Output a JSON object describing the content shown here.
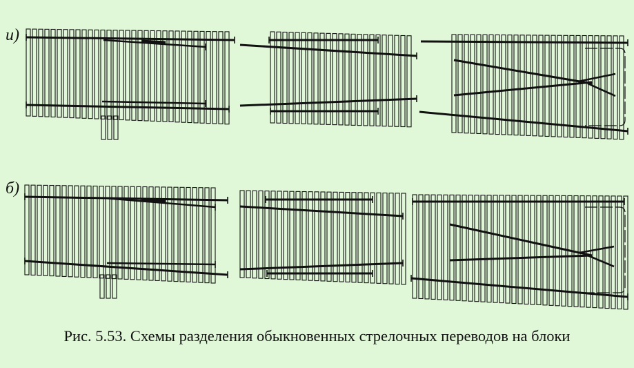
{
  "figure": {
    "caption": "Рис. 5.53. Схемы разделения обыкновенных стрелочных переводов на блоки",
    "rows": [
      {
        "label": "и)"
      },
      {
        "label": "б)"
      }
    ]
  },
  "colors": {
    "background": "#e0f7d8",
    "ink": "#111111"
  }
}
